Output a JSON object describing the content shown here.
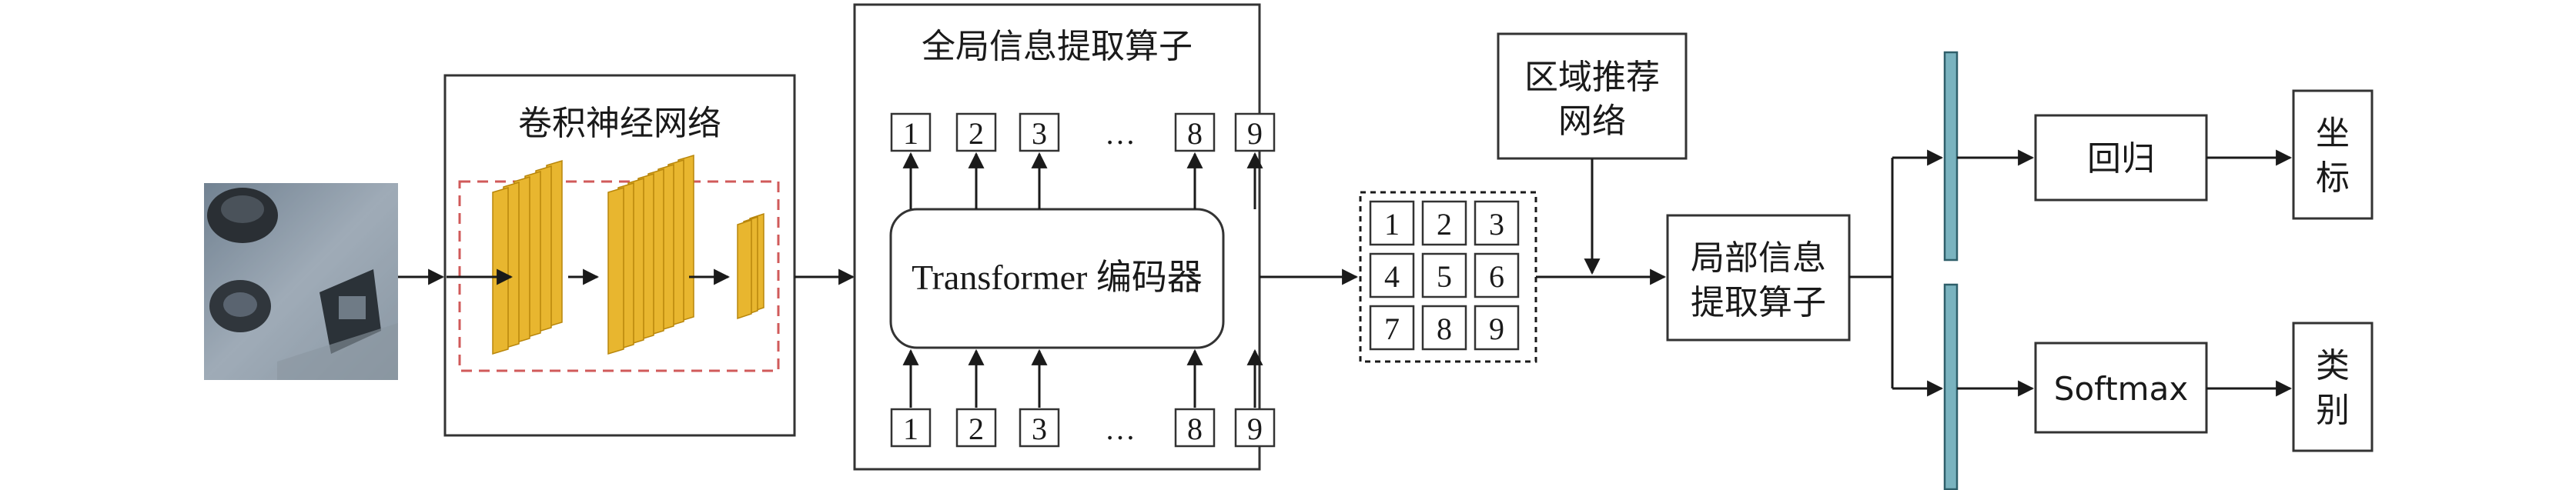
{
  "cnn": {
    "title": "卷积神经网络"
  },
  "global_op": {
    "title": "全局信息提取算子",
    "encoder_label": "Transformer 编码器",
    "tokens": [
      "1",
      "2",
      "3",
      "…",
      "8",
      "9"
    ]
  },
  "grid": {
    "cells": [
      "1",
      "2",
      "3",
      "4",
      "5",
      "6",
      "7",
      "8",
      "9"
    ]
  },
  "rpn": {
    "line1": "区域推荐",
    "line2": "网络"
  },
  "local_op": {
    "line1": "局部信息",
    "line2": "提取算子"
  },
  "regression": {
    "label": "回归"
  },
  "softmax": {
    "label": "Softmax"
  },
  "coord": {
    "char1": "坐",
    "char2": "标"
  },
  "category": {
    "char1": "类",
    "char2": "别"
  },
  "colors": {
    "feature_map": "#e8b62f",
    "feature_map_edge": "#b8860b",
    "fc_bar": "#7ab3bf",
    "dashed_border": "#d05a5a"
  }
}
